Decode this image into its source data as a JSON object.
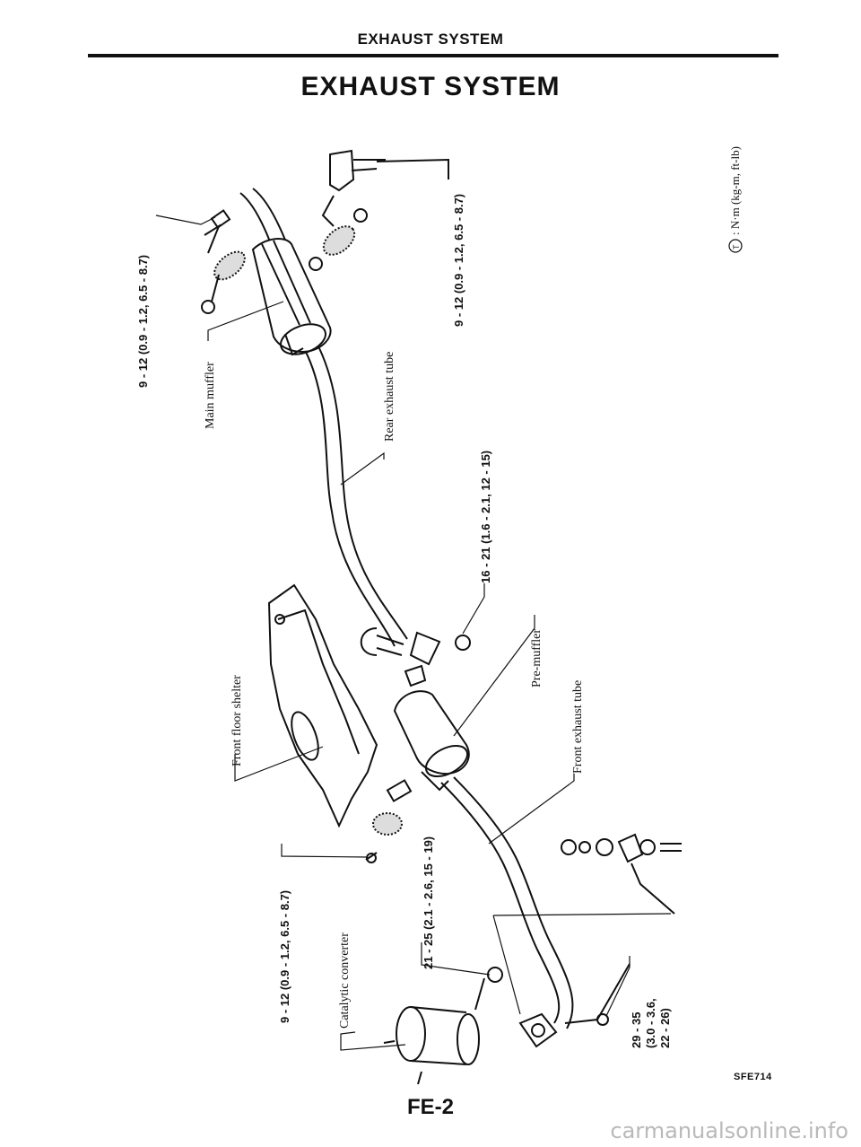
{
  "header": {
    "section_title": "EXHAUST SYSTEM"
  },
  "page": {
    "title": "EXHAUST SYSTEM",
    "page_number": "FE-2",
    "figure_id": "SFE714"
  },
  "legend": {
    "symbol": "T",
    "units": ": N·m (kg-m, ft-lb)"
  },
  "torque_specs": {
    "main_muffler_left": "9 - 12 (0.9 - 1.2, 6.5 - 8.7)",
    "main_muffler_right": "9 - 12 (0.9 - 1.2, 6.5 - 8.7)",
    "pre_muffler_clamp": "16 - 21 (1.6 - 2.1, 12 - 15)",
    "front_floor_shelter_bolt": "9 - 12 (0.9 - 1.2, 6.5 - 8.7)",
    "catalytic_converter_nut": "21 - 25 (2.1 - 2.6, 15 - 19)",
    "manifold_nut_line1": "29 - 35",
    "manifold_nut_line2": "(3.0 - 3.6,",
    "manifold_nut_line3": "22 - 26)"
  },
  "labels": {
    "main_muffler": "Main muffler",
    "rear_exhaust_tube": "Rear exhaust tube",
    "front_floor_shelter": "Front floor shelter",
    "pre_muffler": "Pre-muffler",
    "front_exhaust_tube": "Front exhaust tube",
    "catalytic_converter": "Catalytic converter"
  },
  "watermark": "carmanualsonline.info"
}
